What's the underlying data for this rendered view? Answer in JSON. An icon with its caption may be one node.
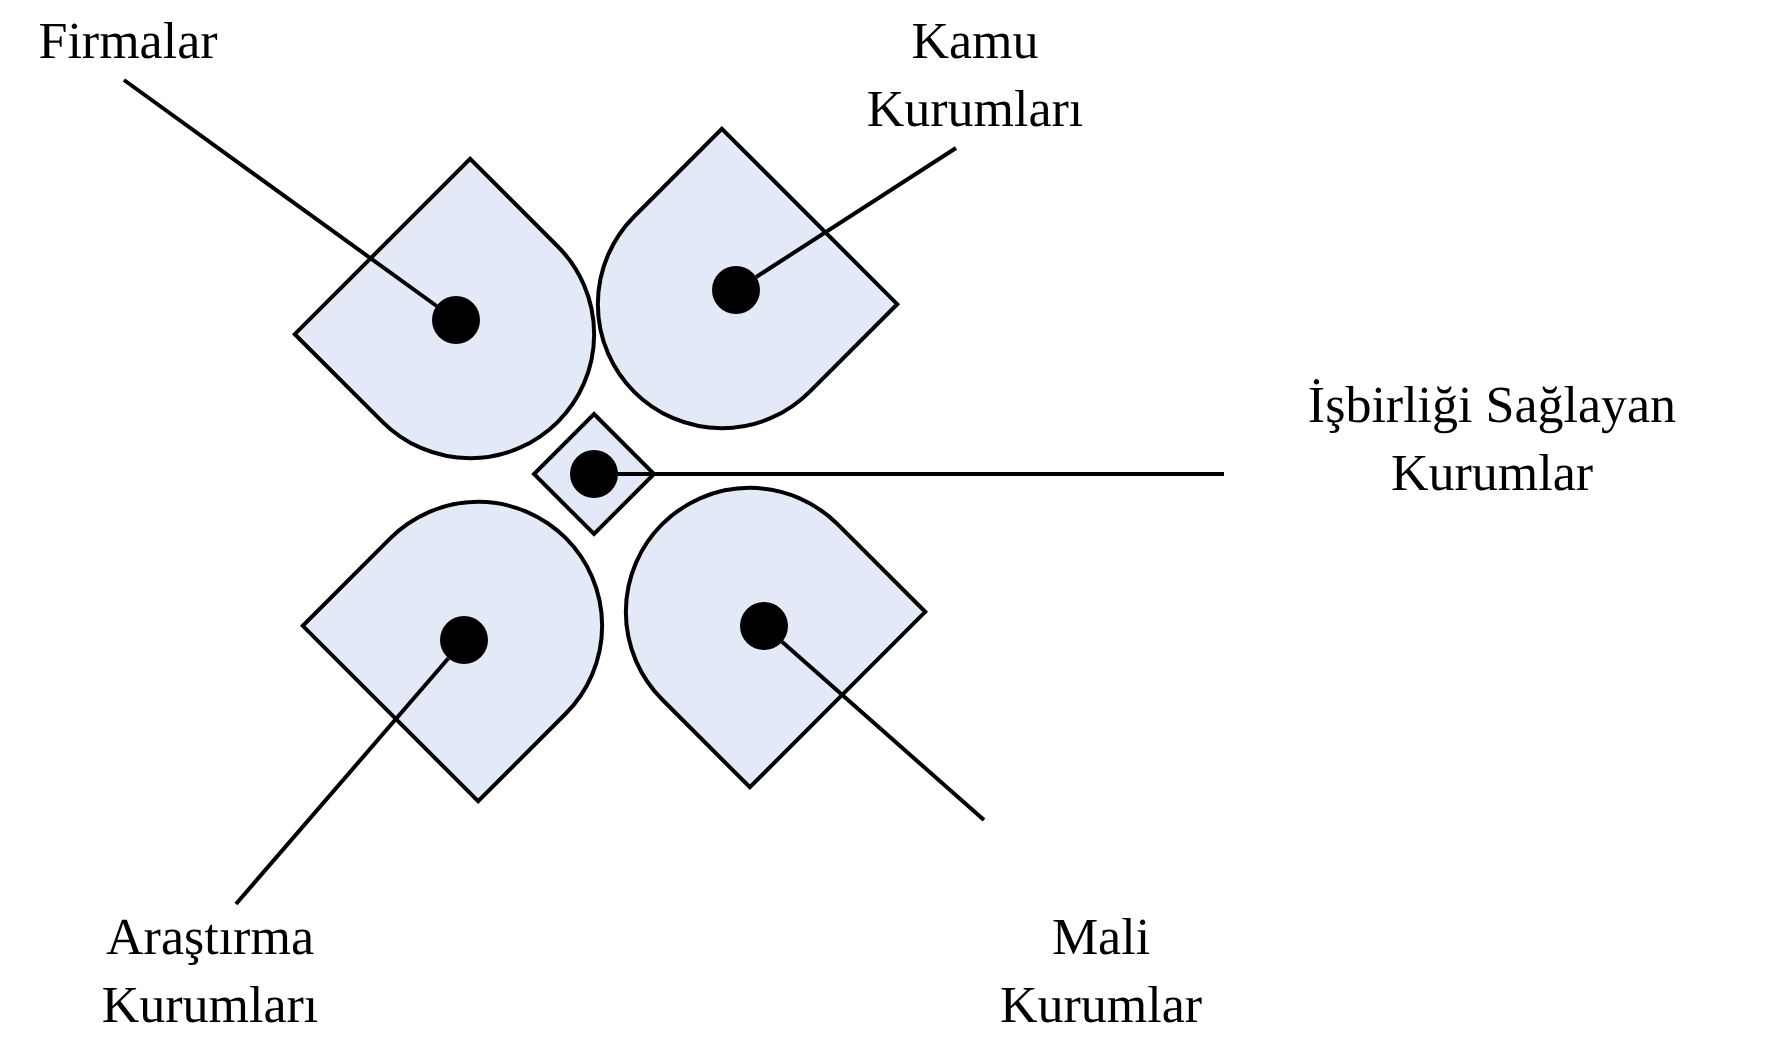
{
  "diagram": {
    "nodes": [
      {
        "text": [
          "Firmalar"
        ]
      },
      {
        "text": [
          "Kamu Kurumları"
        ]
      },
      {
        "text": [
          "İşbirliği Sağlayan Kurumlar"
        ]
      },
      {
        "text": [
          "Araştırma Kurumları"
        ]
      },
      {
        "text": [
          "Mali Kurumlar"
        ]
      },
      {
        "text": [],
        "shape": "teardrop"
      },
      {
        "text": [],
        "shape": "circle",
        "in": 5
      },
      {
        "text": [],
        "shape": "teardrop"
      },
      {
        "text": [],
        "shape": "circle",
        "in": 7
      },
      {
        "text": [],
        "shape": "diamond"
      },
      {
        "text": [],
        "shape": "circle",
        "in": 9
      },
      {
        "text": [],
        "shape": "teardrop"
      },
      {
        "text": [],
        "shape": "circle",
        "in": 11
      },
      {
        "text": [],
        "shape": "teardrop"
      },
      {
        "text": [],
        "shape": "circle",
        "in": 13
      }
    ],
    "edges": [
      {
        "from": 0,
        "to": 6,
        "arrow": "none"
      },
      {
        "from": 1,
        "to": 8,
        "arrow": "none"
      },
      {
        "from": 2,
        "to": 10,
        "arrow": "none"
      },
      {
        "from": 3,
        "to": 12,
        "arrow": "none"
      },
      {
        "from": 4,
        "to": 14,
        "arrow": "none"
      }
    ]
  }
}
